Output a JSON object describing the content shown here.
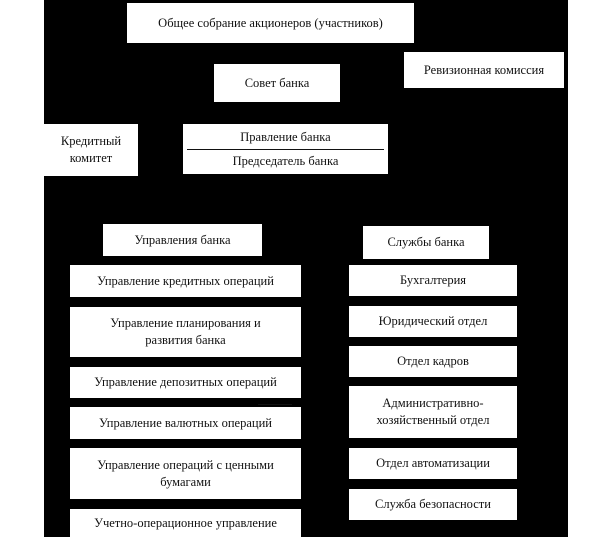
{
  "diagram": {
    "general_meeting": "Общее собрание акционеров (участников)",
    "council": "Совет банка",
    "audit_commission": "Ревизионная комиссия",
    "credit_committee": [
      "Кредитный",
      "комитет"
    ],
    "board": "Правление банка",
    "chairman": "Председатель банка",
    "departments_header": "Управления банка",
    "services_header": "Службы банка",
    "departments": [
      [
        "Управление кредитных операций"
      ],
      [
        "Управление планирования и",
        "развития банка"
      ],
      [
        "Управление депозитных операций"
      ],
      [
        "Управление валютных операций"
      ],
      [
        "Управление операций с ценными",
        "бумагами"
      ],
      [
        "Учетно-операционное управление"
      ]
    ],
    "services": [
      [
        "Бухгалтерия"
      ],
      [
        "Юридический отдел"
      ],
      [
        "Отдел кадров"
      ],
      [
        "Административно-",
        "хозяйственный отдел"
      ],
      [
        "Отдел автоматизации"
      ],
      [
        "Служба безопасности"
      ]
    ]
  },
  "colors": {
    "background": "#000000",
    "box": "#ffffff",
    "text": "#111111",
    "margin": "#ffffff"
  }
}
